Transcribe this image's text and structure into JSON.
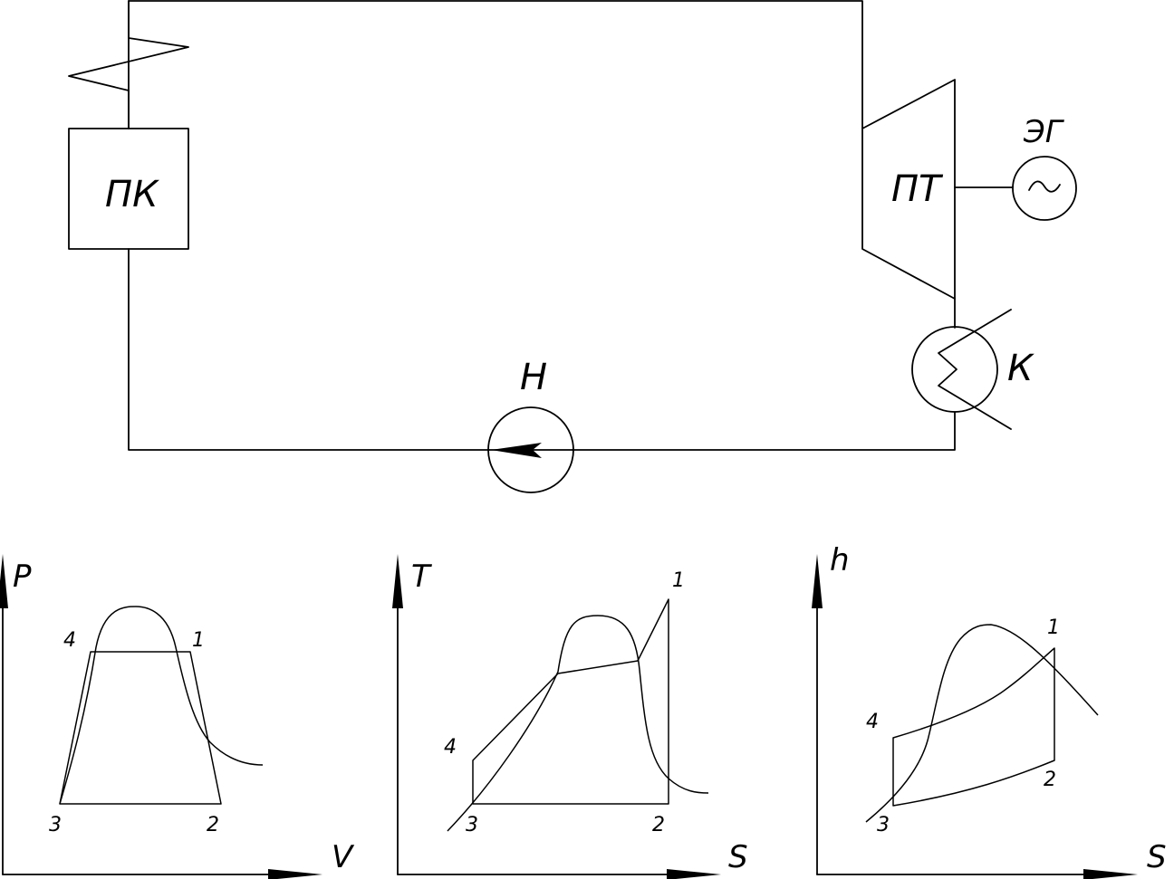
{
  "schematic": {
    "boiler_label": "ПК",
    "turbine_label": "ПТ",
    "generator_label": "ЭГ",
    "generator_symbol": "~",
    "condenser_label": "К",
    "pump_label": "Н"
  },
  "pv_diagram": {
    "y_axis": "P",
    "x_axis": "V",
    "points": [
      "1",
      "2",
      "3",
      "4"
    ]
  },
  "ts_diagram": {
    "y_axis": "T",
    "x_axis": "S",
    "points": [
      "1",
      "2",
      "3",
      "4"
    ]
  },
  "hs_diagram": {
    "y_axis": "h",
    "x_axis": "S",
    "points": [
      "1",
      "2",
      "3",
      "4"
    ]
  }
}
